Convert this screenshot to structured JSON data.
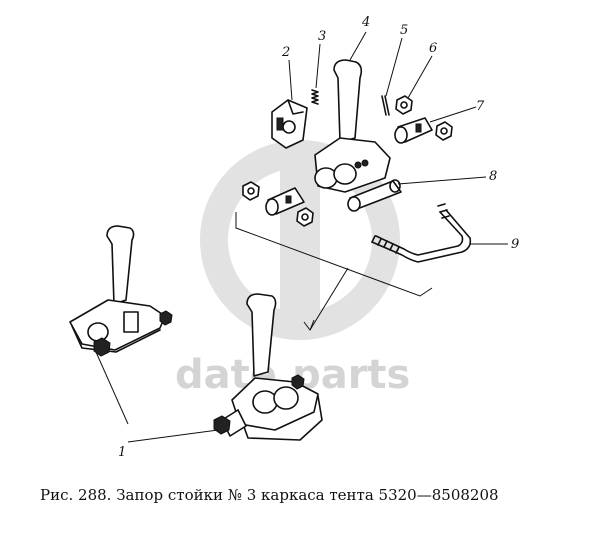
{
  "watermark": {
    "text": "date.parts",
    "color": "#d4d4d4"
  },
  "callouts": [
    "1",
    "2",
    "3",
    "4",
    "5",
    "6",
    "7",
    "8",
    "9"
  ],
  "caption": "Рис. 288. Запор стойки № 3 каркаса тента 5320—8508208"
}
